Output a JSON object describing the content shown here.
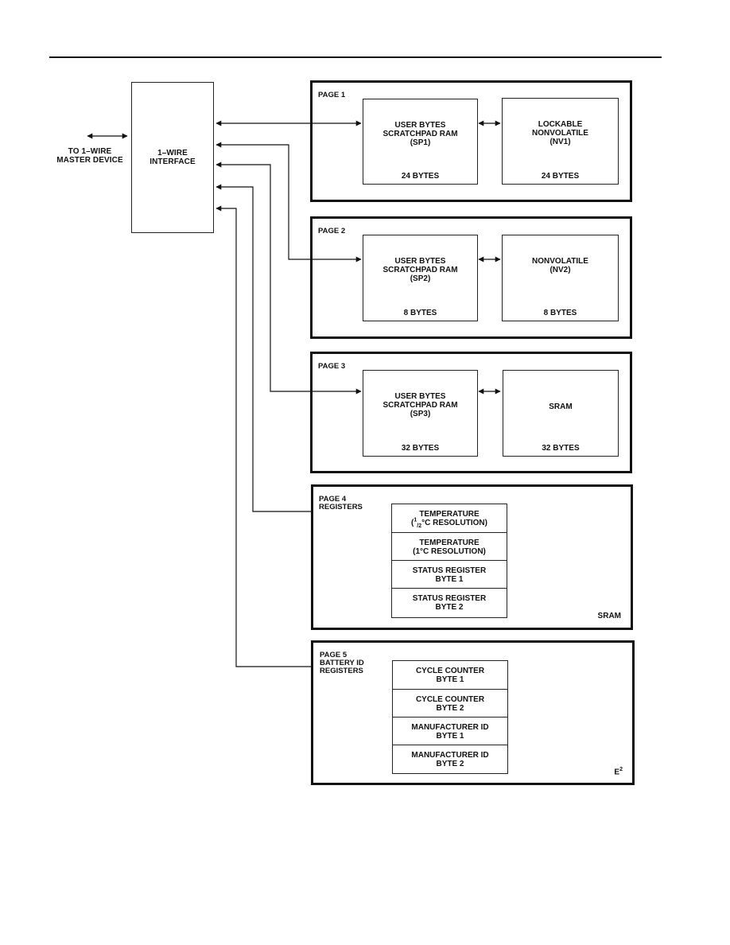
{
  "master": {
    "label": "TO 1–WIRE\nMASTER DEVICE"
  },
  "interface": {
    "label": "1–WIRE\nINTERFACE"
  },
  "pages": [
    {
      "title": "PAGE 1",
      "left": {
        "name": "USER BYTES\nSCRATCHPAD RAM\n(SP1)",
        "size": "24 BYTES"
      },
      "right": {
        "name": "LOCKABLE\nNONVOLATILE\n(NV1)",
        "size": "24 BYTES"
      }
    },
    {
      "title": "PAGE 2",
      "left": {
        "name": "USER BYTES\nSCRATCHPAD RAM\n(SP2)",
        "size": "8 BYTES"
      },
      "right": {
        "name": "NONVOLATILE\n(NV2)",
        "size": "8 BYTES"
      }
    },
    {
      "title": "PAGE 3",
      "left": {
        "name": "USER BYTES\nSCRATCHPAD RAM\n(SP3)",
        "size": "32 BYTES"
      },
      "right": {
        "name": "SRAM",
        "size": "32 BYTES"
      }
    }
  ],
  "page4": {
    "title": "PAGE 4\nREGISTERS",
    "registers": [
      {
        "line1": "TEMPERATURE",
        "line2_pre": "(",
        "sup": "1",
        "sub": "/2",
        "line2_post": "°C RESOLUTION)"
      },
      {
        "line1": "TEMPERATURE",
        "line2": "(1°C RESOLUTION)"
      },
      {
        "line1": "STATUS REGISTER",
        "line2": "BYTE 1"
      },
      {
        "line1": "STATUS REGISTER",
        "line2": "BYTE 2"
      }
    ],
    "memory_type": "SRAM"
  },
  "page5": {
    "title": "PAGE 5\nBATTERY ID\nREGISTERS",
    "registers": [
      {
        "line1": "CYCLE COUNTER",
        "line2": "BYTE 1"
      },
      {
        "line1": "CYCLE COUNTER",
        "line2": "BYTE 2"
      },
      {
        "line1": "MANUFACTURER ID",
        "line2": "BYTE 1"
      },
      {
        "line1": "MANUFACTURER ID",
        "line2": "BYTE 2"
      }
    ],
    "memory_type_base": "E",
    "memory_type_sup": "2"
  }
}
